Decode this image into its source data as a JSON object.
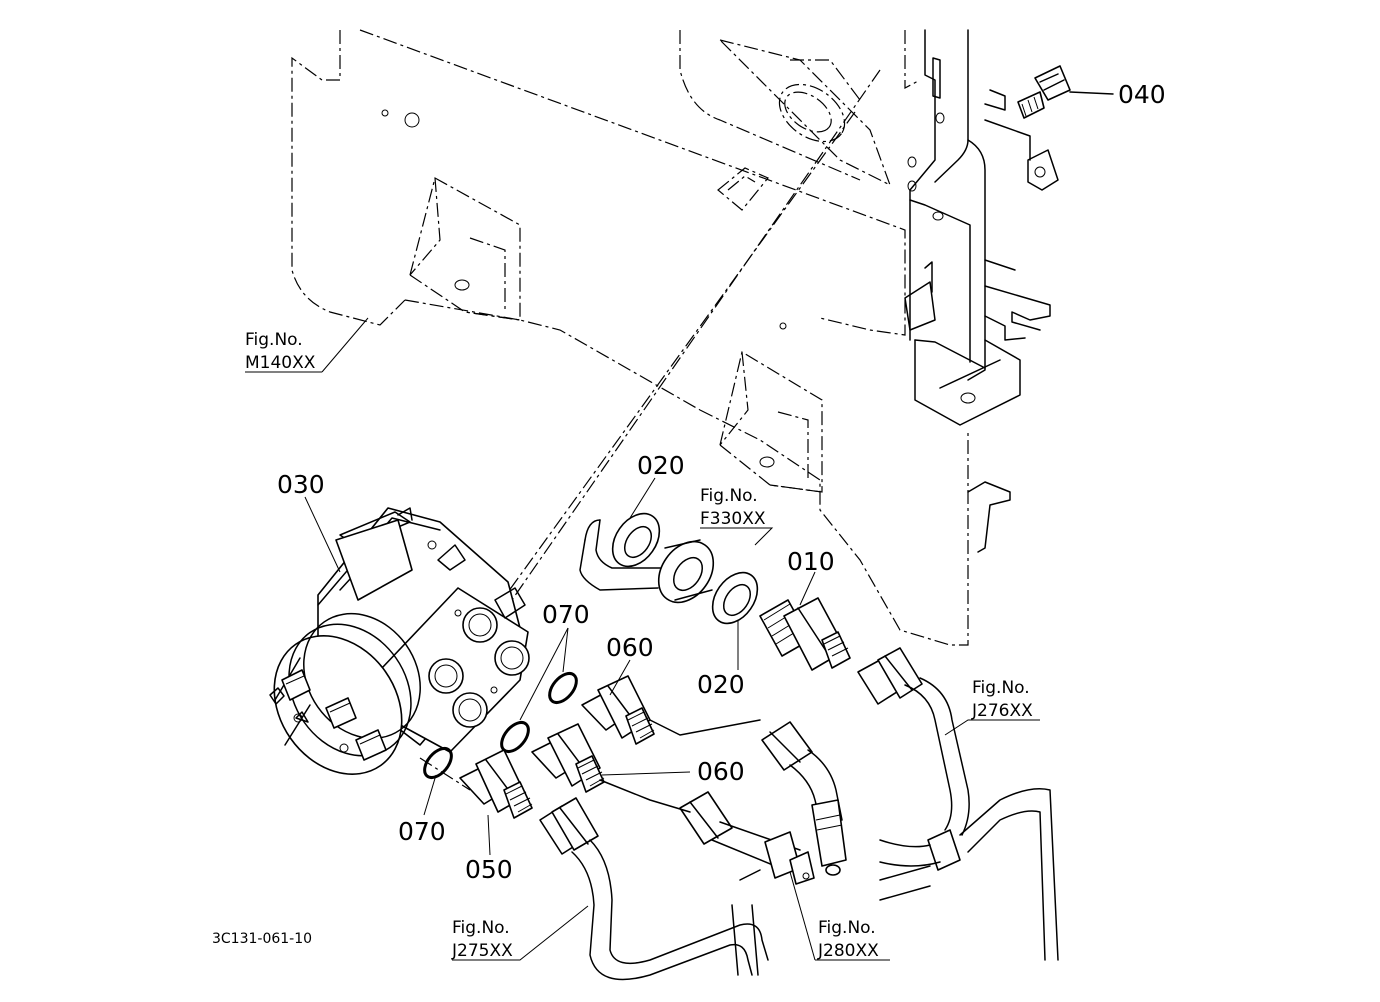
{
  "drawing_code": "3C131-061-10",
  "parts": {
    "p010": "010",
    "p020a": "020",
    "p020b": "020",
    "p030": "030",
    "p040": "040",
    "p050": "050",
    "p060a": "060",
    "p060b": "060",
    "p070a": "070",
    "p070b": "070"
  },
  "figure_refs": {
    "m140": {
      "prefix": "Fig.No.",
      "number": "M140XX"
    },
    "f330": {
      "prefix": "Fig.No.",
      "number": "F330XX"
    },
    "j276": {
      "prefix": "Fig.No.",
      "number": "J276XX"
    },
    "j275": {
      "prefix": "Fig.No.",
      "number": "J275XX"
    },
    "j280": {
      "prefix": "Fig.No.",
      "number": "J280XX"
    }
  }
}
